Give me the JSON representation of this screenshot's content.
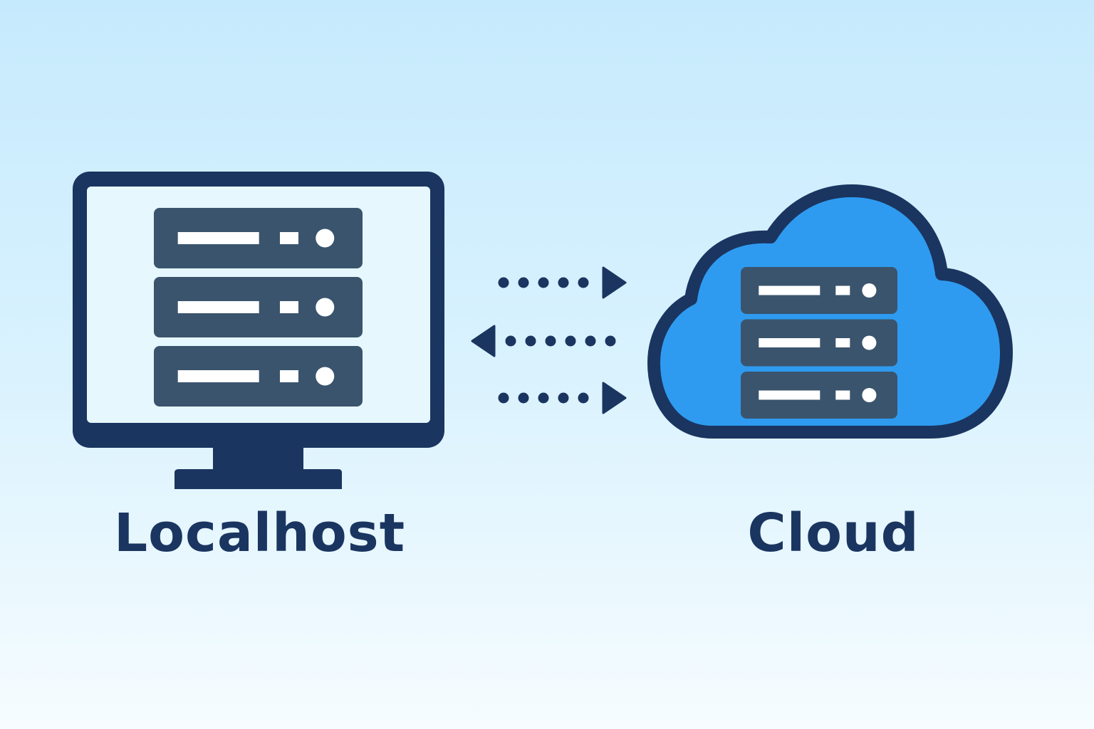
{
  "nodes": {
    "local": {
      "label": "Localhost",
      "icon": "desktop-monitor-icon",
      "server_units": 3
    },
    "cloud": {
      "label": "Cloud",
      "icon": "cloud-icon",
      "server_units": 3
    }
  },
  "connections": [
    {
      "direction": "local-to-cloud"
    },
    {
      "direction": "cloud-to-local"
    },
    {
      "direction": "local-to-cloud"
    }
  ],
  "colors": {
    "dark_navy": "#1a3560",
    "server_slate": "#3a546d",
    "cloud_blue": "#2e9bf0",
    "screen_bg": "#e6f7fe",
    "light": "#ffffff"
  }
}
